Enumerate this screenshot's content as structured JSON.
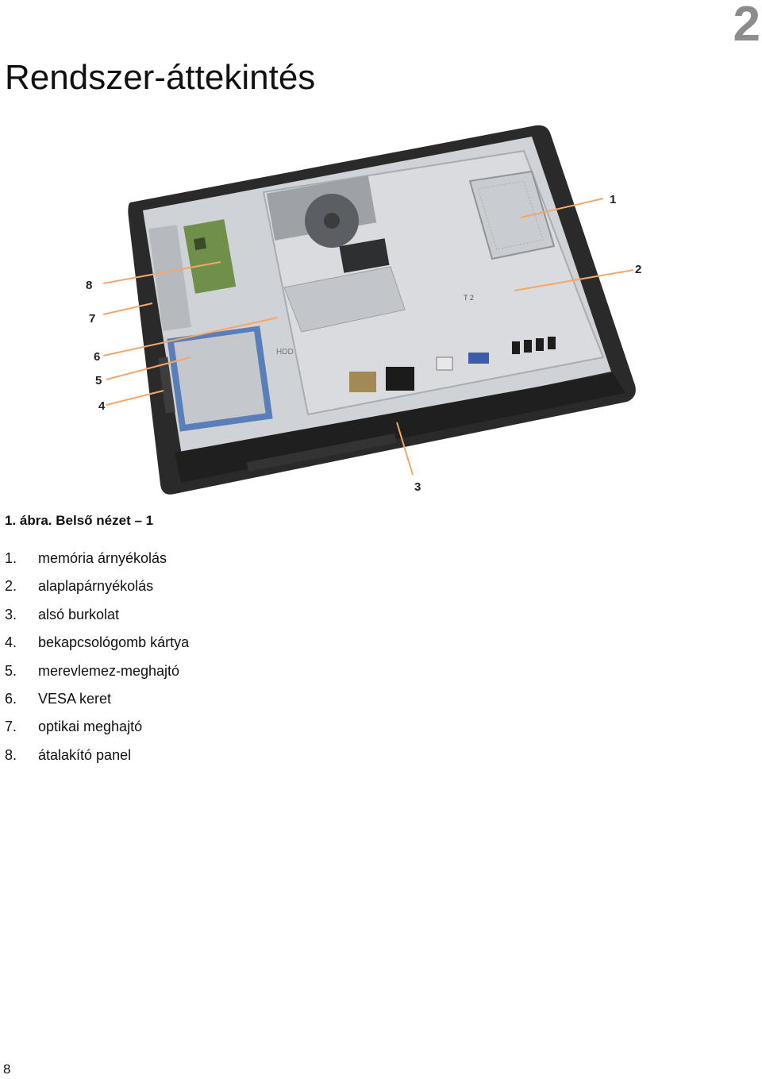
{
  "header": {
    "chapter_number": "2",
    "title": "Rendszer-áttekintés"
  },
  "figure": {
    "callouts": [
      "1",
      "2",
      "3",
      "4",
      "5",
      "6",
      "7",
      "8"
    ],
    "port_label": "T 2",
    "bay_label": "HDD",
    "caption": "1. ábra. Belső nézet – 1"
  },
  "legend": [
    {
      "num": "1.",
      "label": "memória árnyékolás"
    },
    {
      "num": "2.",
      "label": "alaplapárnyékolás"
    },
    {
      "num": "3.",
      "label": "alsó burkolat"
    },
    {
      "num": "4.",
      "label": "bekapcsológomb kártya"
    },
    {
      "num": "5.",
      "label": "merevlemez-meghajtó"
    },
    {
      "num": "6.",
      "label": "VESA keret"
    },
    {
      "num": "7.",
      "label": "optikai meghajtó"
    },
    {
      "num": "8.",
      "label": "átalakító panel"
    }
  ],
  "footer": {
    "page_number": "8"
  },
  "colors": {
    "bezel": "#2a2a2a",
    "metal": "#d4d6d9",
    "metal_dark": "#a9adb2",
    "hdd_blue": "#5a7fb8",
    "pcb_green": "#6f8f4a",
    "callout_line": "#f2a86a",
    "chapter_gray": "#8c8c8c"
  }
}
